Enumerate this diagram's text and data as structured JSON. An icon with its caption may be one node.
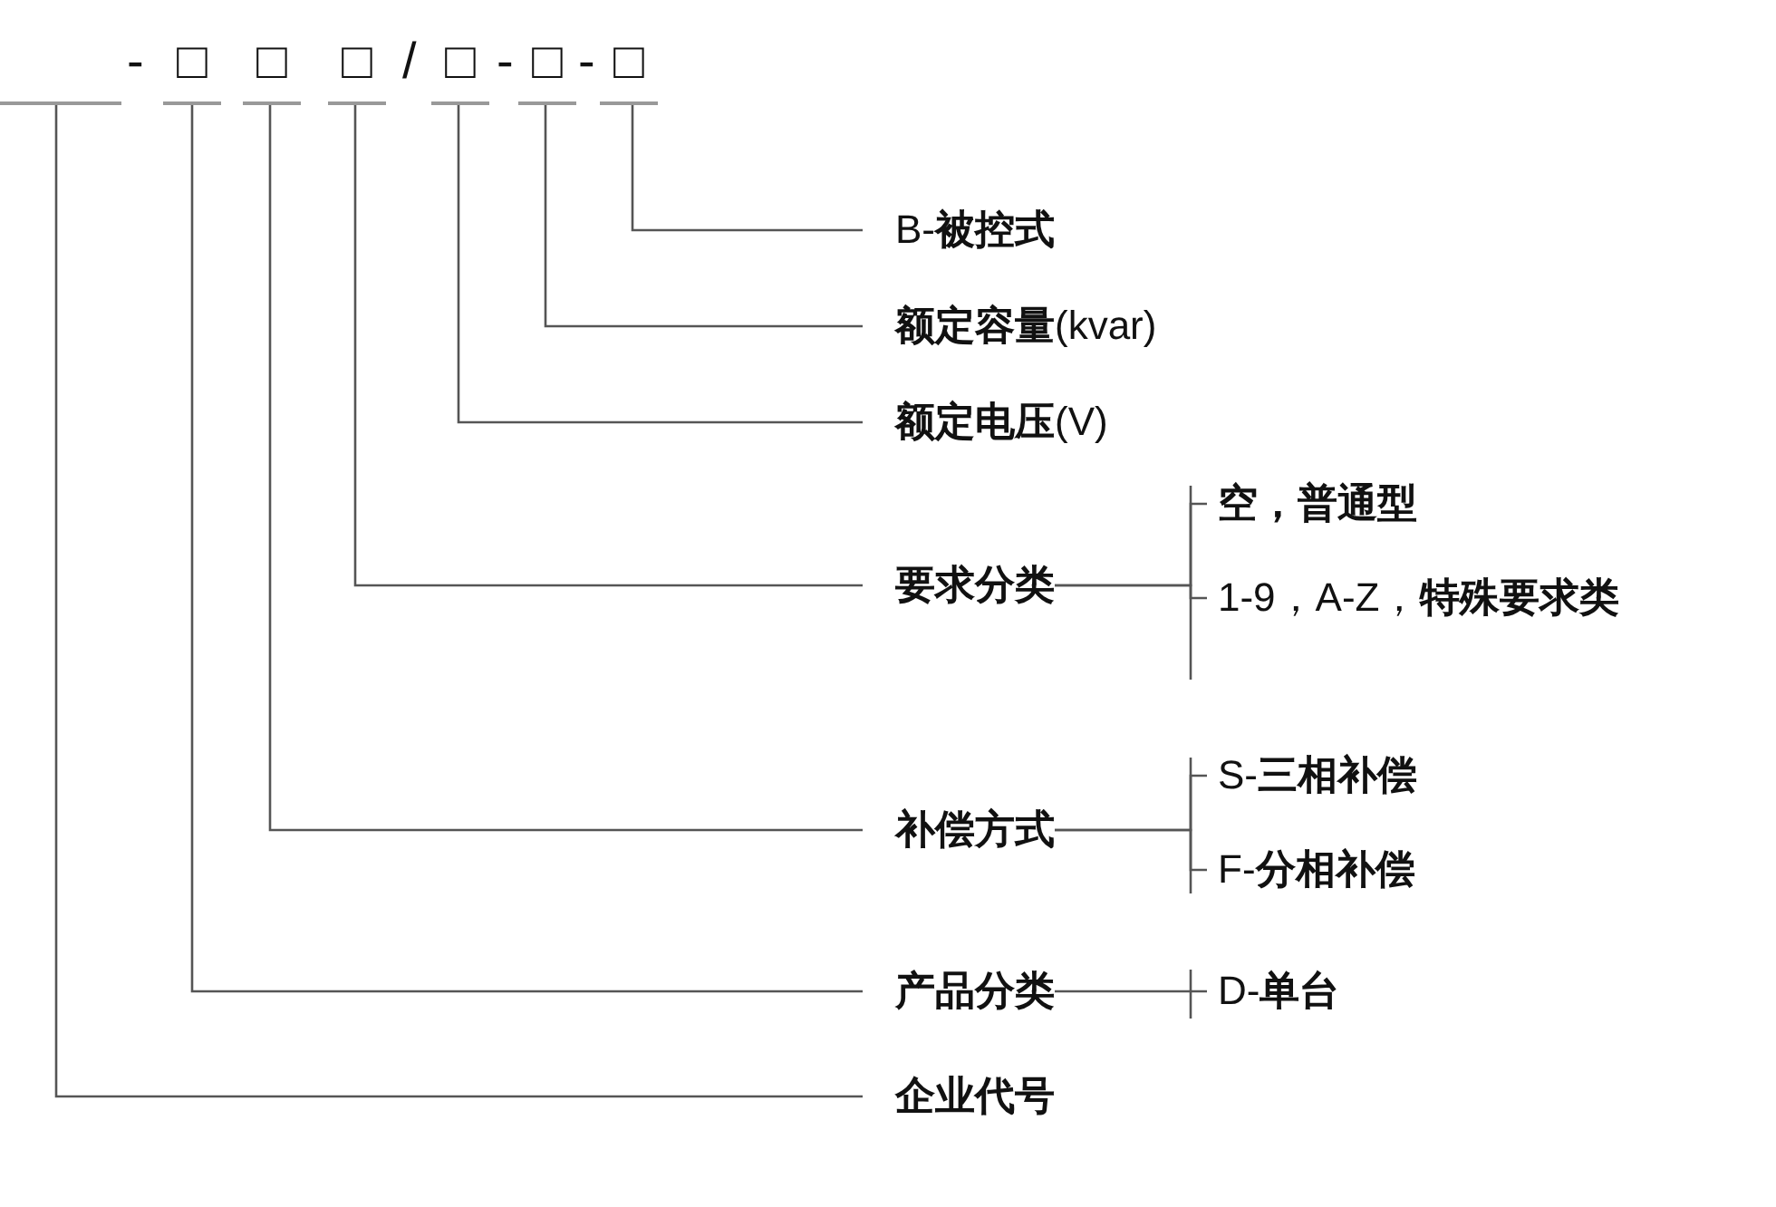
{
  "diagram": {
    "nodes": [
      {
        "text": [],
        "shape": "bar"
      },
      {
        "text": [
          "□"
        ]
      },
      {
        "text": [
          "□"
        ]
      },
      {
        "text": [
          "□"
        ]
      },
      {
        "text": [
          "□"
        ]
      },
      {
        "text": [
          "□"
        ]
      },
      {
        "text": [
          "□"
        ]
      },
      {
        "text": [
          "B-**被控式**"
        ]
      },
      {
        "text": [
          "**额定容量**(kvar)"
        ]
      },
      {
        "text": [
          "**额定电压**(V)"
        ]
      },
      {
        "text": [
          "要求分类"
        ]
      },
      {
        "text": [
          "补偿方式"
        ]
      },
      {
        "text": [
          "产品分类"
        ]
      },
      {
        "text": [
          "企业代号"
        ]
      },
      {
        "text": [
          "空，普通型"
        ]
      },
      {
        "text": [
          "1-9，A-Z，**特殊要求类**"
        ]
      },
      {
        "text": [
          "S-**三相补偿**"
        ]
      },
      {
        "text": [
          "F-**分相补偿**"
        ]
      },
      {
        "text": [
          "D-**单台**"
        ]
      }
    ],
    "edges": [
      {
        "from": 6,
        "to": 7,
        "arrow": "none"
      },
      {
        "from": 5,
        "to": 8,
        "arrow": "none"
      },
      {
        "from": 4,
        "to": 9,
        "arrow": "none"
      },
      {
        "from": 3,
        "to": 10,
        "arrow": "none"
      },
      {
        "from": 2,
        "to": 11,
        "arrow": "none"
      },
      {
        "from": 1,
        "to": 12,
        "arrow": "none"
      },
      {
        "from": 0,
        "to": 13,
        "arrow": "none"
      },
      {
        "from": 10,
        "to": 14,
        "arrow": "none"
      },
      {
        "from": 10,
        "to": 15,
        "arrow": "none"
      },
      {
        "from": 11,
        "to": 16,
        "arrow": "none"
      },
      {
        "from": 11,
        "to": 17,
        "arrow": "none"
      },
      {
        "from": 12,
        "to": 18,
        "arrow": "none"
      }
    ],
    "labels": [
      "-",
      "/",
      "-",
      "-"
    ]
  }
}
